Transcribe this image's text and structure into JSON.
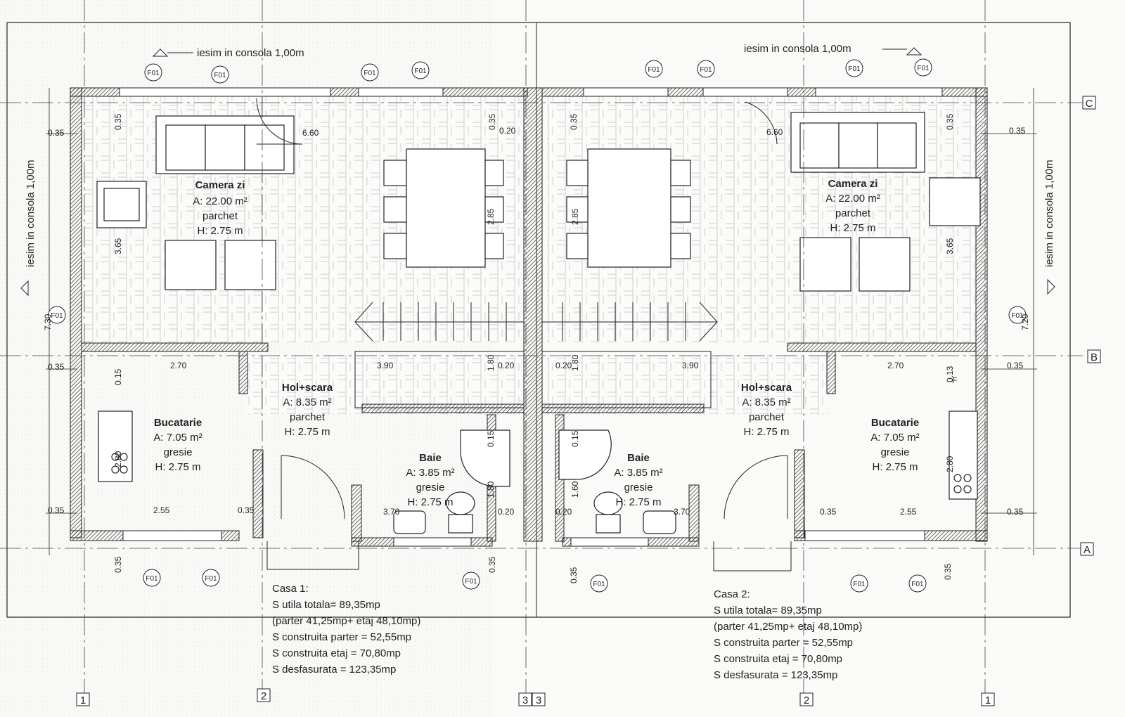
{
  "notes": {
    "cantilever": "iesim in consola 1,00m"
  },
  "rooms": {
    "camera_zi": {
      "name": "Camera zi",
      "area": "A: 22.00 m²",
      "floor": "parchet",
      "height": "H: 2.75 m"
    },
    "hol_scara": {
      "name": "Hol+scara",
      "area": "A: 8.35 m²",
      "floor": "parchet",
      "height": "H: 2.75 m"
    },
    "bucatarie": {
      "name": "Bucatarie",
      "area": "A: 7.05 m²",
      "floor": "gresie",
      "height": "H: 2.75 m"
    },
    "baie": {
      "name": "Baie",
      "area": "A: 3.85 m²",
      "floor": "gresie",
      "height": "H: 2.75 m"
    }
  },
  "window_tag": "F01",
  "fridge_mark": "F",
  "grid": {
    "rows": [
      "A",
      "B",
      "C"
    ],
    "cols": [
      "1",
      "2",
      "3"
    ]
  },
  "dims": {
    "d035": "0.35",
    "d020": "0.20",
    "d015": "0.15",
    "d013": "0.13",
    "d660": "6.60",
    "d285": "2.85",
    "d365": "3.65",
    "d730": "7.30",
    "d720": "7.20",
    "d270": "2.70",
    "d390": "3.90",
    "d180": "1.80",
    "d280": "2.80",
    "d255": "2.55",
    "d370": "3.70",
    "d160": "1.60"
  },
  "summary": {
    "casa1": {
      "title": "Casa 1:",
      "lines": [
        "S utila totala= 89,35mp",
        "(parter 41,25mp+ etaj 48,10mp)",
        "S construita parter = 52,55mp",
        "S construita etaj = 70,80mp",
        "S desfasurata = 123,35mp"
      ]
    },
    "casa2": {
      "title": "Casa 2:",
      "lines": [
        "S utila totala= 89,35mp",
        "(parter 41,25mp+ etaj 48,10mp)",
        "S construita parter = 52,55mp",
        "S construita etaj = 70,80mp",
        "S desfasurata = 123,35mp"
      ]
    }
  },
  "colors": {
    "ink": "#222222",
    "wall_hatch": "#444444",
    "paper": "#fafaf8"
  }
}
